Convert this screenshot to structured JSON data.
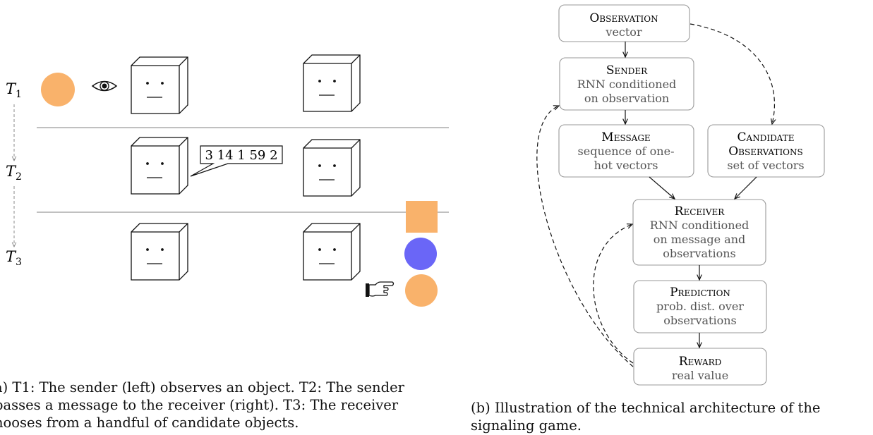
{
  "left_panel": {
    "time_labels": [
      {
        "letter": "T",
        "sub": "1"
      },
      {
        "letter": "T",
        "sub": "2"
      },
      {
        "letter": "T",
        "sub": "3"
      }
    ],
    "message_text": "3 14 1 59 2",
    "colors": {
      "orange": "#F9B26B",
      "blue": "#6A66F7",
      "divider": "#9a9a9a"
    },
    "icons": [
      "eye-icon",
      "pointing-hand-icon"
    ]
  },
  "right_panel": {
    "nodes": {
      "observation": {
        "title": "Observation",
        "lines": [
          "vector"
        ]
      },
      "sender": {
        "title": "Sender",
        "lines": [
          "RNN conditioned",
          "on observation"
        ]
      },
      "message": {
        "title": "Message",
        "lines": [
          "sequence of one-",
          "hot vectors"
        ]
      },
      "candidates": {
        "title_lines": [
          "Candidate",
          "Observations"
        ],
        "lines": [
          "set of vectors"
        ]
      },
      "receiver": {
        "title": "Receiver",
        "lines": [
          "RNN conditioned",
          "on message and",
          "observations"
        ]
      },
      "prediction": {
        "title": "Prediction",
        "lines": [
          "prob. dist. over",
          "observations"
        ]
      },
      "reward": {
        "title": "Reward",
        "lines": [
          "real value"
        ]
      }
    }
  },
  "captions": {
    "a": [
      "a) T1: The sender (left) observes an object. T2: The sender",
      "passes a message to the receiver (right). T3: The receiver",
      "hooses from a handful of candidate objects."
    ],
    "b": [
      "(b) Illustration of the technical architecture of the",
      "signaling game."
    ]
  }
}
